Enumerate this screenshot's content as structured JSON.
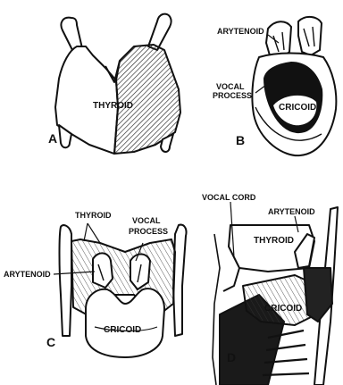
{
  "panels": {
    "a": {
      "letter": "A",
      "labels": {
        "thyroid": "THYROID"
      }
    },
    "b": {
      "letter": "B",
      "labels": {
        "arytenoid": "ARYTENOID",
        "vocal_process_1": "VOCAL",
        "vocal_process_2": "PROCESS",
        "cricoid": "CRICOID"
      }
    },
    "c": {
      "letter": "C",
      "labels": {
        "thyroid": "THYROID",
        "vocal_process_1": "VOCAL",
        "vocal_process_2": "PROCESS",
        "arytenoid": "ARYTENOID",
        "cricoid": "CRICOID"
      }
    },
    "d": {
      "letter": "D",
      "labels": {
        "vocal_cord": "VOCAL CORD",
        "arytenoid": "ARYTENOID",
        "thyroid": "THYROID",
        "cricoid": "CRICOID"
      }
    }
  }
}
